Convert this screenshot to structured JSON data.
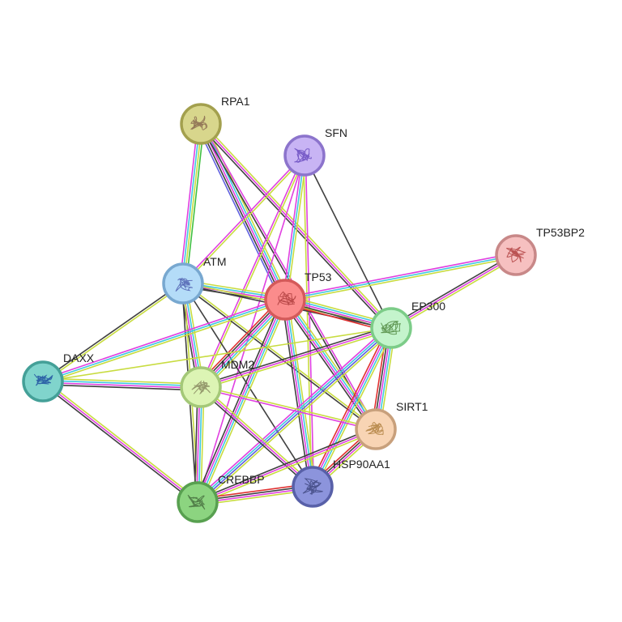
{
  "network": {
    "nodes": [
      {
        "id": "TP53",
        "label": "TP53",
        "fill": "#fb8c8c",
        "stroke": "#d45a5a",
        "glyph": "#b04040"
      },
      {
        "id": "RPA1",
        "label": "RPA1",
        "fill": "#d8d68c",
        "stroke": "#a3a04e",
        "glyph": "#8a6a50"
      },
      {
        "id": "SFN",
        "label": "SFN",
        "fill": "#c8b4f4",
        "stroke": "#8c74cc",
        "glyph": "#6a4cc0"
      },
      {
        "id": "TP53BP2",
        "label": "TP53BP2",
        "fill": "#f6c0c0",
        "stroke": "#c88888",
        "glyph": "#b04040"
      },
      {
        "id": "ATM",
        "label": "ATM",
        "fill": "#b4dcf8",
        "stroke": "#78a8d0",
        "glyph": "#5060b0"
      },
      {
        "id": "EP300",
        "label": "EP300",
        "fill": "#c4f4cc",
        "stroke": "#7ccc88",
        "glyph": "#508840"
      },
      {
        "id": "DAXX",
        "label": "DAXX",
        "fill": "#80d4cc",
        "stroke": "#44a098",
        "glyph": "#2050a0"
      },
      {
        "id": "MDM2",
        "label": "MDM2",
        "fill": "#dcf4b4",
        "stroke": "#a4c878",
        "glyph": "#888860"
      },
      {
        "id": "SIRT1",
        "label": "SIRT1",
        "fill": "#f8d4b4",
        "stroke": "#c8a07c",
        "glyph": "#b08040"
      },
      {
        "id": "HSP90AA1",
        "label": "HSP90AA1",
        "fill": "#8c94dc",
        "stroke": "#5860a8",
        "glyph": "#404880"
      },
      {
        "id": "CREBBP",
        "label": "CREBBP",
        "fill": "#8cd480",
        "stroke": "#58a050",
        "glyph": "#487040"
      }
    ],
    "edges": [
      {
        "a": "RPA1",
        "b": "ATM",
        "types": [
          "green",
          "yellow",
          "cyan",
          "magenta"
        ]
      },
      {
        "a": "RPA1",
        "b": "TP53",
        "types": [
          "yellow",
          "cyan",
          "magenta",
          "black",
          "blue"
        ]
      },
      {
        "a": "RPA1",
        "b": "EP300",
        "types": [
          "yellow",
          "magenta",
          "black"
        ]
      },
      {
        "a": "RPA1",
        "b": "SIRT1",
        "types": [
          "magenta",
          "black"
        ]
      },
      {
        "a": "SFN",
        "b": "TP53",
        "types": [
          "yellow",
          "cyan",
          "magenta"
        ]
      },
      {
        "a": "SFN",
        "b": "ATM",
        "types": [
          "yellow",
          "magenta"
        ]
      },
      {
        "a": "SFN",
        "b": "MDM2",
        "types": [
          "yellow",
          "magenta"
        ]
      },
      {
        "a": "SFN",
        "b": "CREBBP",
        "types": [
          "magenta"
        ]
      },
      {
        "a": "SFN",
        "b": "HSP90AA1",
        "types": [
          "magenta",
          "yellow"
        ]
      },
      {
        "a": "SFN",
        "b": "EP300",
        "types": [
          "black"
        ]
      },
      {
        "a": "TP53BP2",
        "b": "TP53",
        "types": [
          "yellow",
          "cyan",
          "magenta"
        ]
      },
      {
        "a": "TP53BP2",
        "b": "EP300",
        "types": [
          "yellow",
          "magenta",
          "black"
        ]
      },
      {
        "a": "ATM",
        "b": "TP53",
        "types": [
          "yellow",
          "cyan",
          "magenta",
          "black"
        ]
      },
      {
        "a": "ATM",
        "b": "EP300",
        "types": [
          "yellow",
          "black"
        ]
      },
      {
        "a": "ATM",
        "b": "DAXX",
        "types": [
          "yellow",
          "black"
        ]
      },
      {
        "a": "ATM",
        "b": "MDM2",
        "types": [
          "yellow",
          "cyan",
          "magenta",
          "black"
        ]
      },
      {
        "a": "ATM",
        "b": "CREBBP",
        "types": [
          "yellow",
          "black"
        ]
      },
      {
        "a": "ATM",
        "b": "HSP90AA1",
        "types": [
          "black"
        ]
      },
      {
        "a": "ATM",
        "b": "SIRT1",
        "types": [
          "yellow",
          "black"
        ]
      },
      {
        "a": "TP53",
        "b": "EP300",
        "types": [
          "yellow",
          "cyan",
          "magenta",
          "black",
          "red"
        ]
      },
      {
        "a": "TP53",
        "b": "DAXX",
        "types": [
          "yellow",
          "cyan",
          "magenta"
        ]
      },
      {
        "a": "TP53",
        "b": "MDM2",
        "types": [
          "yellow",
          "cyan",
          "magenta",
          "black",
          "red"
        ]
      },
      {
        "a": "TP53",
        "b": "SIRT1",
        "types": [
          "yellow",
          "cyan",
          "magenta",
          "black"
        ]
      },
      {
        "a": "TP53",
        "b": "HSP90AA1",
        "types": [
          "yellow",
          "cyan",
          "magenta",
          "black"
        ]
      },
      {
        "a": "TP53",
        "b": "CREBBP",
        "types": [
          "yellow",
          "cyan",
          "magenta",
          "black"
        ]
      },
      {
        "a": "EP300",
        "b": "MDM2",
        "types": [
          "yellow",
          "magenta",
          "black"
        ]
      },
      {
        "a": "EP300",
        "b": "SIRT1",
        "types": [
          "yellow",
          "cyan",
          "magenta",
          "black",
          "red"
        ]
      },
      {
        "a": "EP300",
        "b": "CREBBP",
        "types": [
          "yellow",
          "blue",
          "cyan",
          "magenta"
        ]
      },
      {
        "a": "EP300",
        "b": "HSP90AA1",
        "types": [
          "yellow",
          "cyan",
          "magenta",
          "red"
        ]
      },
      {
        "a": "EP300",
        "b": "DAXX",
        "types": [
          "yellow"
        ]
      },
      {
        "a": "DAXX",
        "b": "MDM2",
        "types": [
          "yellow",
          "cyan",
          "magenta",
          "black"
        ]
      },
      {
        "a": "DAXX",
        "b": "CREBBP",
        "types": [
          "yellow",
          "magenta",
          "black"
        ]
      },
      {
        "a": "MDM2",
        "b": "SIRT1",
        "types": [
          "yellow",
          "magenta"
        ]
      },
      {
        "a": "MDM2",
        "b": "HSP90AA1",
        "types": [
          "yellow",
          "magenta",
          "black"
        ]
      },
      {
        "a": "MDM2",
        "b": "CREBBP",
        "types": [
          "yellow",
          "cyan",
          "magenta",
          "black"
        ]
      },
      {
        "a": "SIRT1",
        "b": "HSP90AA1",
        "types": [
          "yellow",
          "magenta",
          "black",
          "red"
        ]
      },
      {
        "a": "SIRT1",
        "b": "CREBBP",
        "types": [
          "yellow",
          "magenta",
          "black"
        ]
      },
      {
        "a": "HSP90AA1",
        "b": "CREBBP",
        "types": [
          "yellow",
          "magenta",
          "black",
          "red"
        ]
      }
    ],
    "edge_colors": {
      "green": "#40c040",
      "yellow": "#c8dc40",
      "cyan": "#40c8e0",
      "magenta": "#e040e0",
      "black": "#404040",
      "blue": "#6060e0",
      "red": "#e03030"
    }
  }
}
